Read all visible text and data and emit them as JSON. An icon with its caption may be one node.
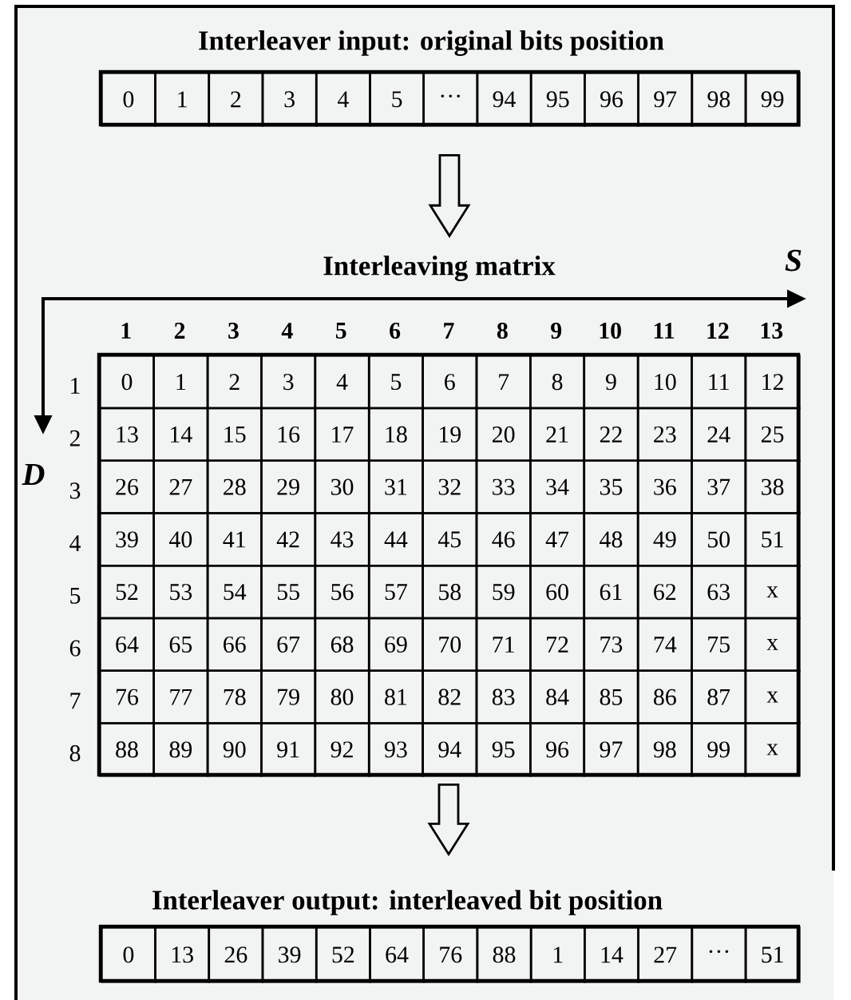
{
  "diagram": {
    "nodes": [
      {
        "text": [
          "Interleaver input: original bits position",
          "0",
          "1",
          "2",
          "3",
          "4",
          "5",
          "···",
          "94",
          "95",
          "96",
          "97",
          "98",
          "99"
        ]
      },
      {
        "text": [
          "Interleaving matrix",
          "1",
          "2",
          "3",
          "4",
          "5",
          "6",
          "7",
          "8",
          "9",
          "10",
          "11",
          "12",
          "13",
          "1",
          "0",
          "1",
          "2",
          "3",
          "4",
          "5",
          "6",
          "7",
          "8",
          "9",
          "10",
          "11",
          "12",
          "2",
          "13",
          "14",
          "15",
          "16",
          "17",
          "18",
          "19",
          "20",
          "21",
          "22",
          "23",
          "24",
          "25",
          "3",
          "26",
          "27",
          "28",
          "29",
          "30",
          "31",
          "32",
          "33",
          "34",
          "35",
          "36",
          "37",
          "38",
          "4",
          "39",
          "40",
          "41",
          "42",
          "43",
          "44",
          "45",
          "46",
          "47",
          "48",
          "49",
          "50",
          "51",
          "5",
          "52",
          "53",
          "54",
          "55",
          "56",
          "57",
          "58",
          "59",
          "60",
          "61",
          "62",
          "63",
          "x",
          "6",
          "64",
          "65",
          "66",
          "67",
          "68",
          "69",
          "70",
          "71",
          "72",
          "73",
          "74",
          "75",
          "x",
          "7",
          "76",
          "77",
          "78",
          "79",
          "80",
          "81",
          "82",
          "83",
          "84",
          "85",
          "86",
          "87",
          "x",
          "8",
          "88",
          "89",
          "90",
          "91",
          "92",
          "93",
          "94",
          "95",
          "96",
          "97",
          "98",
          "99",
          "x"
        ]
      },
      {
        "text": [
          "Interleaver output: interleaved bit position",
          "0",
          "13",
          "26",
          "39",
          "52",
          "64",
          "76",
          "88",
          "1",
          "14",
          "27",
          "···",
          "51"
        ]
      }
    ],
    "edges": [
      {
        "from": 0,
        "to": 1,
        "arrow": "to"
      },
      {
        "from": 1,
        "to": 2,
        "arrow": "to"
      }
    ],
    "labels": [
      "S",
      "D"
    ]
  }
}
